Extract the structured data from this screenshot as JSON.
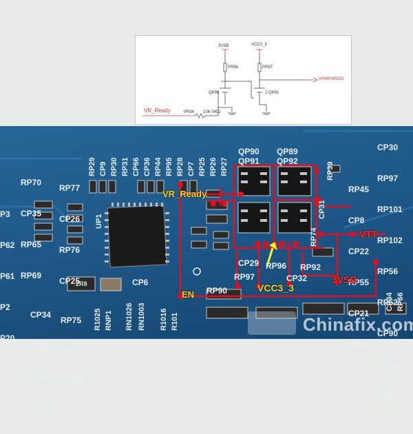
{
  "schematic": {
    "labels": {
      "vsb": "3VSB",
      "vcc": "VCC3_3",
      "pr96": "PR96",
      "pr97": "PR97",
      "qp90": "QP90",
      "qp91": "2 QP91",
      "vr_ready": "VR_Ready",
      "pr94": "PR94",
      "res_val": "10K 0402",
      "out_net": "VRMPWRGD"
    }
  },
  "board": {
    "silkscreen": {
      "left_col": [
        "RP70",
        "CP35",
        "RP65",
        "RP69"
      ],
      "left_edge": [
        "P3",
        "P62",
        "P61",
        "P2",
        "P20"
      ],
      "col2": [
        "RP77",
        "CP26",
        "RP76",
        "CP25"
      ],
      "top_row": [
        "RP29",
        "CP9",
        "RP30",
        "RP31",
        "CP66",
        "CP36",
        "RP44",
        "RP95",
        "RP28",
        "CP7",
        "RP25",
        "RP26",
        "RP27"
      ],
      "top_q": [
        "QP90",
        "QP89",
        "QP91",
        "QP92"
      ],
      "rp39": "RP39",
      "right_col": [
        "CP30",
        "RP45",
        "CP8",
        "CP22",
        "RP55",
        "CP21",
        "RP57"
      ],
      "right_col2": [
        "RP97",
        "RP101",
        "RP102",
        "RP56",
        "RP52",
        "CP90",
        "RP91",
        "CP65"
      ],
      "up1": "UP1",
      "mid": [
        "RP74",
        "CP31",
        "CP29",
        "RP96",
        "RP92",
        "CP32"
      ],
      "cp6": "CP6",
      "bottom_left": [
        "CP34",
        "RP66",
        "RP68",
        "CP33"
      ],
      "bottom_col": [
        "RP75",
        "CP24",
        "RP24"
      ],
      "bottom_vert": [
        "R1025",
        "RNP1",
        "RN1026",
        "RN1003",
        "R1016",
        "R101"
      ],
      "rp90": "RP90",
      "rp97": "RP97",
      "bottom_right": [
        "CP34",
        "RP66"
      ],
      "chip_mark": "2R8"
    },
    "annotations": {
      "vr_ready": "VR_Ready",
      "en": "EN",
      "vcc": "VCC3_3",
      "vsb": "3VSB",
      "vtt": "VTT"
    },
    "watermark": "Chinafix.com"
  },
  "colors": {
    "pcb": "#1b5384",
    "silk": "#e8eef6",
    "trace": "#e01020",
    "label_yellow": "#ffd21a",
    "label_red": "#ff2a2a",
    "arrow": "#f6f21c"
  }
}
